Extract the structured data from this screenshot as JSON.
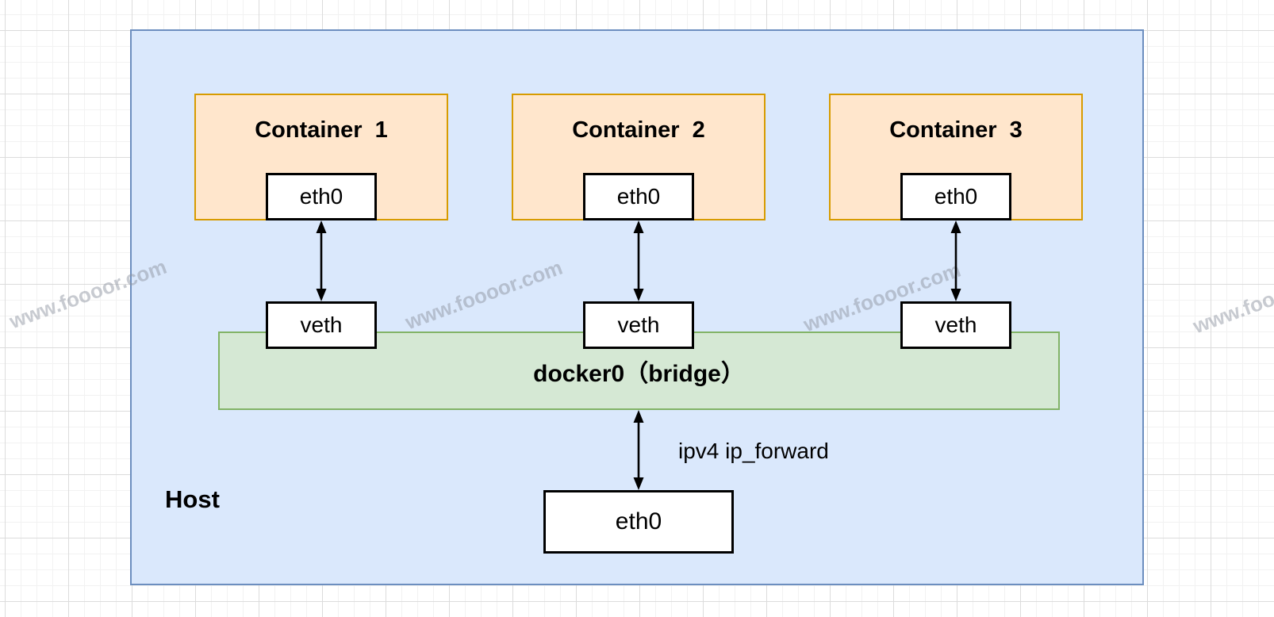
{
  "diagram": {
    "host": {
      "label": "Host"
    },
    "containers": [
      {
        "title": "Container  1",
        "interface": "eth0",
        "veth": "veth"
      },
      {
        "title": "Container  2",
        "interface": "eth0",
        "veth": "veth"
      },
      {
        "title": "Container  3",
        "interface": "eth0",
        "veth": "veth"
      }
    ],
    "bridge": {
      "label": "docker0（bridge）"
    },
    "host_interface": {
      "label": "eth0"
    },
    "forward_label": "ipv4 ip_forward",
    "watermark": "www.foooor.com",
    "colors": {
      "host_fill": "#dae8fc",
      "host_border": "#6c8ebf",
      "container_fill": "#ffe6cc",
      "container_border": "#d79b00",
      "bridge_fill": "#d5e8d4",
      "bridge_border": "#82b366",
      "box_fill": "#ffffff",
      "box_border": "#000000"
    }
  }
}
